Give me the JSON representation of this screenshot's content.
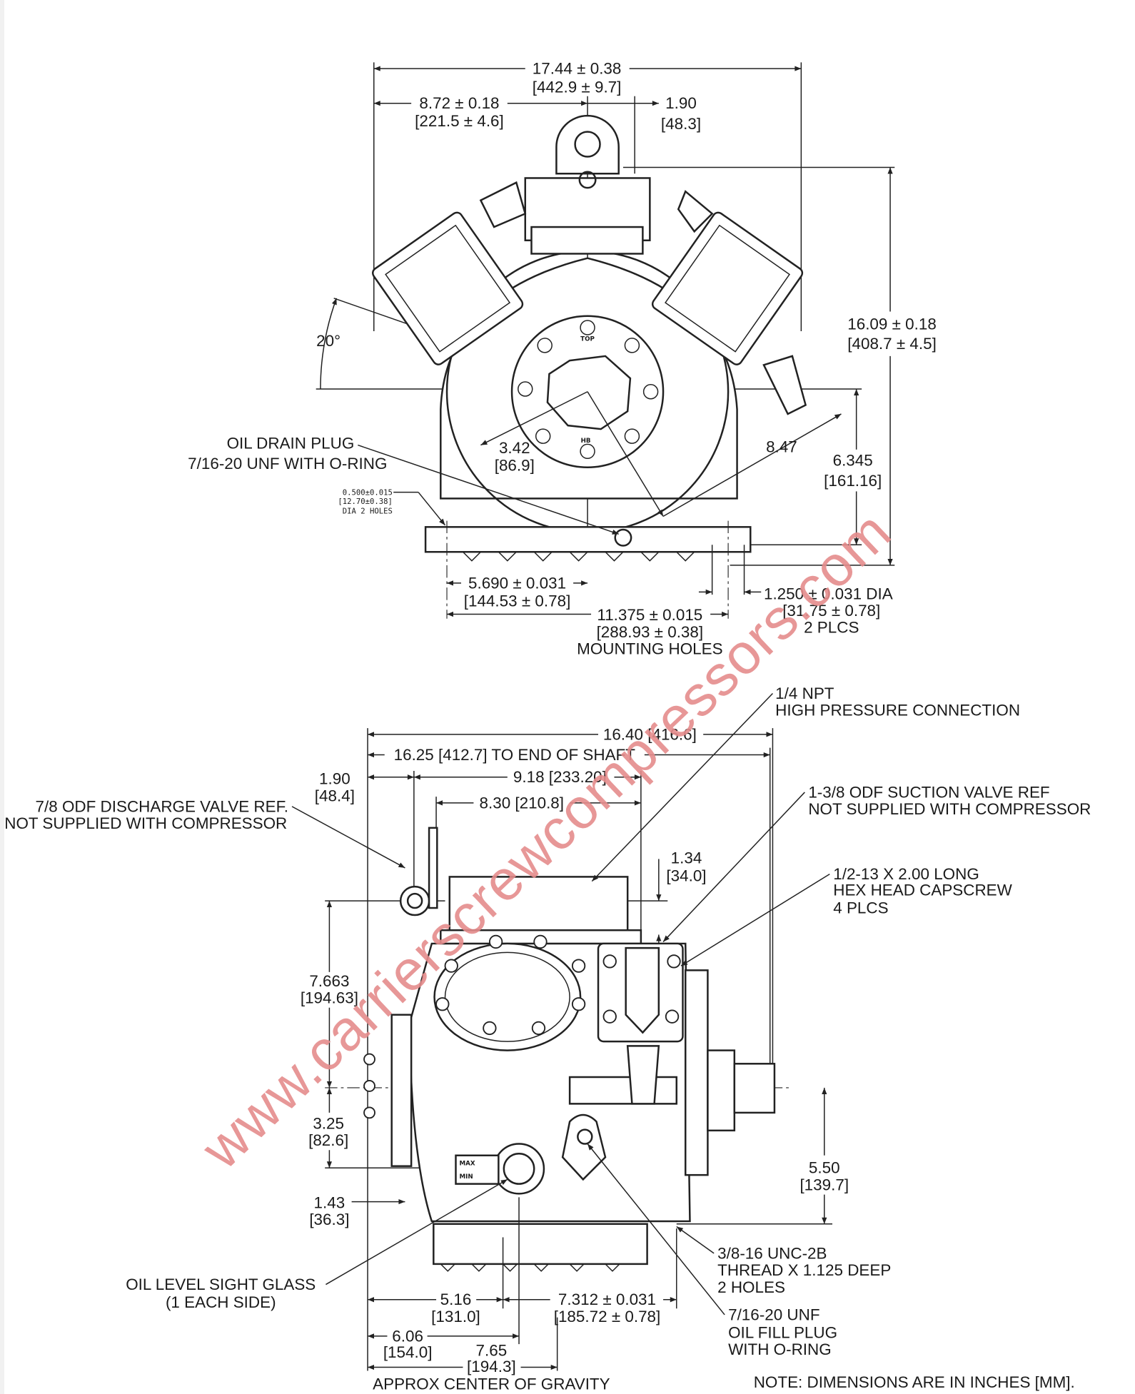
{
  "top_view": {
    "overall_width": {
      "in": "17.44 ± 0.38",
      "mm": "[442.9 ± 9.7]"
    },
    "half_width": {
      "in": "8.72 ± 0.18",
      "mm": "[221.5 ± 4.6]"
    },
    "offset": {
      "in": "1.90",
      "mm": "[48.3]"
    },
    "height": {
      "in": "16.09 ± 0.18",
      "mm": "[408.7 ± 4.5]"
    },
    "angle": "20°",
    "oil_drain_plug": {
      "line1": "OIL DRAIN PLUG",
      "line2": "7/16-20 UNF WITH O-RING"
    },
    "radius_342": {
      "in": "3.42",
      "mm": "[86.9]"
    },
    "radius_847": "8.47",
    "shaft_height": {
      "in": "6.345",
      "mm": "[161.16]"
    },
    "holes_note": {
      "line1": "0.500±0.015",
      "line2": "[12.70±0.38]",
      "line3": "DIA 2 HOLES"
    },
    "half_hole_spacing": {
      "in": "5.690 ± 0.031",
      "mm": "[144.53 ± 0.78]"
    },
    "mount_dia": {
      "in": "1.250 ± 0.031 DIA",
      "mm": "[31.75 ± 0.78]",
      "count": "2 PLCS"
    },
    "hole_spacing": {
      "in": "11.375 ± 0.015",
      "mm": "[288.93 ± 0.38]",
      "label": "MOUNTING HOLES"
    },
    "marks": {
      "top": "TOP",
      "hb": "HB"
    }
  },
  "side_view": {
    "hp_connection": {
      "line1": "1/4 NPT",
      "line2": "HIGH PRESSURE CONNECTION"
    },
    "overall_length": "16.40 [416.6]",
    "to_end_of_shaft": "16.25 [412.7] TO END OF SHAFT",
    "offset": {
      "in": "1.90",
      "mm": "[48.4]"
    },
    "dim_918": "9.18 [233.20]",
    "dim_830": "8.30 [210.8]",
    "discharge_valve": {
      "line1": "7/8 ODF DISCHARGE VALVE REF.",
      "line2": "NOT SUPPLIED WITH COMPRESSOR"
    },
    "suction_valve": {
      "line1": "1-3/8 ODF SUCTION VALVE REF",
      "line2": "NOT SUPPLIED WITH COMPRESSOR"
    },
    "dim_134": {
      "in": "1.34",
      "mm": "[34.0]"
    },
    "capscrew": {
      "line1": "1/2-13 X 2.00 LONG",
      "line2": "HEX HEAD CAPSCREW",
      "line3": "4 PLCS"
    },
    "dim_7663": {
      "in": "7.663",
      "mm": "[194.63]"
    },
    "dim_325": {
      "in": "3.25",
      "mm": "[82.6]"
    },
    "dim_550": {
      "in": "5.50",
      "mm": "[139.7]"
    },
    "dim_143": {
      "in": "1.43",
      "mm": "[36.3]"
    },
    "thread_holes": {
      "line1": "3/8-16 UNC-2B",
      "line2": "THREAD X 1.125 DEEP",
      "line3": "2 HOLES"
    },
    "sight_glass": {
      "line1": "OIL LEVEL SIGHT GLASS",
      "line2": "(1 EACH SIDE)"
    },
    "dim_516": {
      "in": "5.16",
      "mm": "[131.0]"
    },
    "dim_7312": {
      "in": "7.312 ± 0.031",
      "mm": "[185.72 ± 0.78]"
    },
    "oil_fill_plug": {
      "line1": "7/16-20 UNF",
      "line2": "OIL FILL PLUG",
      "line3": "WITH O-RING"
    },
    "dim_606": {
      "in": "6.06",
      "mm": "[154.0]"
    },
    "dim_765": {
      "in": "7.65",
      "mm": "[194.3]"
    },
    "center_of_gravity": "APPROX CENTER OF GRAVITY",
    "sight_max": "MAX",
    "sight_min": "MIN"
  },
  "note": "NOTE: DIMENSIONS ARE IN INCHES [MM].",
  "watermark": "www.carrierscrewcompressors.com",
  "colors": {
    "line": "#222222",
    "watermark": "#e58c8c"
  }
}
